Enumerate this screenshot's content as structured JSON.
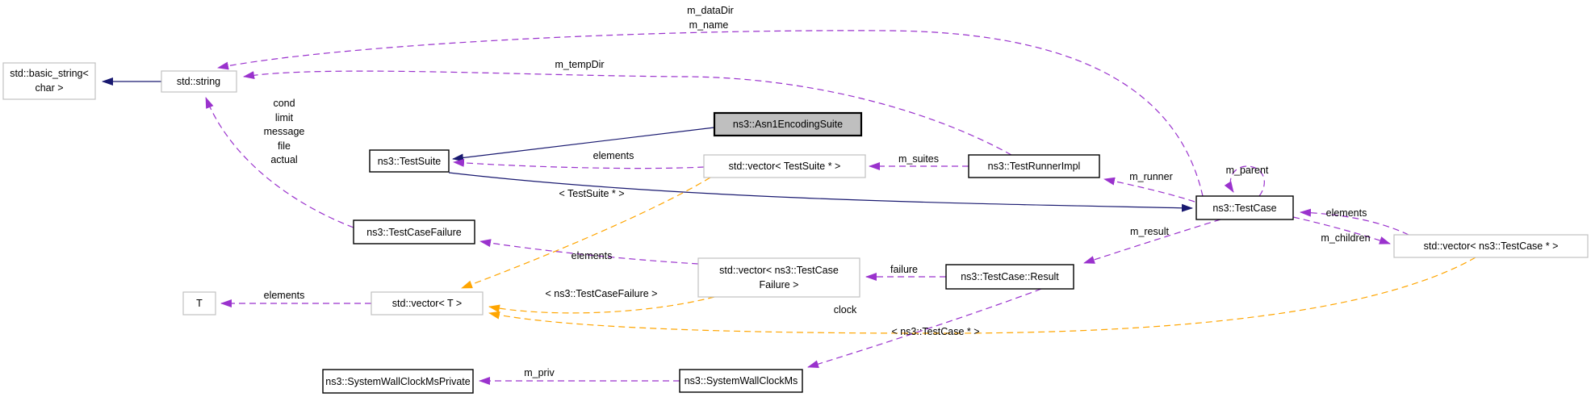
{
  "colors": {
    "inheritance": "#191970",
    "usage": "#9a32cd",
    "template": "#ffa500",
    "border-doc": "#000000",
    "border-ext": "#c0c0c0",
    "highlight": "#bfbfbf",
    "bg": "#ffffff",
    "text": "#000000"
  },
  "nodes": {
    "basic_string": {
      "line1": "std::basic_string<",
      "line2": "char >"
    },
    "std_string": {
      "label": "std::string"
    },
    "test_suite": {
      "label": "ns3::TestSuite"
    },
    "asn1_encoding_suite": {
      "label": "ns3::Asn1EncodingSuite"
    },
    "vector_test_suite": {
      "label": "std::vector< TestSuite * >"
    },
    "test_runner_impl": {
      "label": "ns3::TestRunnerImpl"
    },
    "test_case": {
      "label": "ns3::TestCase"
    },
    "vector_test_case": {
      "label": "std::vector< ns3::TestCase * >"
    },
    "test_case_failure": {
      "label": "ns3::TestCaseFailure"
    },
    "vector_test_case_failure": {
      "line1": "std::vector< ns3::TestCase",
      "line2": "Failure >"
    },
    "test_case_result": {
      "label": "ns3::TestCase::Result"
    },
    "t": {
      "label": "T"
    },
    "vector_t": {
      "label": "std::vector< T >"
    },
    "system_wall_clock_ms_private": {
      "label": "ns3::SystemWallClockMsPrivate"
    },
    "system_wall_clock_ms": {
      "label": "ns3::SystemWallClockMs"
    }
  },
  "edge_labels": {
    "m_datadir_m_name": {
      "line1": "m_dataDir",
      "line2": "m_name"
    },
    "m_tempdir": {
      "label": "m_tempDir"
    },
    "failure_fields": {
      "line1": "cond",
      "line2": "limit",
      "line3": "message",
      "line4": "file",
      "line5": "actual"
    },
    "elements_suite": {
      "label": "elements"
    },
    "m_suites": {
      "label": "m_suites"
    },
    "m_runner": {
      "label": "m_runner"
    },
    "m_parent": {
      "label": "m_parent"
    },
    "elements_case": {
      "label": "elements"
    },
    "m_children": {
      "label": "m_children"
    },
    "m_result": {
      "label": "m_result"
    },
    "failure": {
      "label": "failure"
    },
    "elements_failure": {
      "label": "elements"
    },
    "elements_t": {
      "label": "elements"
    },
    "template_test_suite": {
      "label": "< TestSuite * >"
    },
    "template_test_case_failure": {
      "label": "< ns3::TestCaseFailure >"
    },
    "template_test_case": {
      "label": "< ns3::TestCase * >"
    },
    "clock": {
      "label": "clock"
    },
    "m_priv": {
      "label": "m_priv"
    }
  }
}
